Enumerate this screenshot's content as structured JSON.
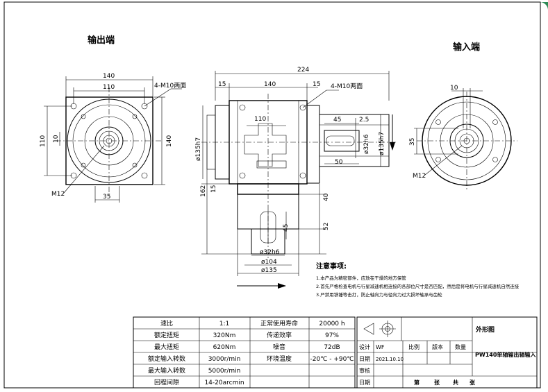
{
  "titles": {
    "output_end": "输出端",
    "input_end": "输入端"
  },
  "dims": {
    "out_140_top": "140",
    "out_110_top": "110",
    "out_4m10": "4-M10两面",
    "out_110_left": "110",
    "out_10_left": "10",
    "out_140_right": "140",
    "out_m12": "M12",
    "out_35_bottom": "35",
    "side_224": "224",
    "side_15_left": "15",
    "side_140": "140",
    "side_15_right": "15",
    "side_4m10": "4-M10两面",
    "side_110": "110",
    "side_45": "45",
    "side_2_5": "2.5",
    "side_d135h7_left": "ø135h7",
    "side_d32h6": "ø32h6",
    "side_d135h7_right": "ø135h7",
    "side_50": "50",
    "side_162": "162",
    "side_15_mid": "15",
    "side_40": "40",
    "side_45_key": "45",
    "side_52": "52",
    "side_d32h6_bottom": "ø32h6",
    "side_d104": "ø104",
    "side_d135": "ø135",
    "in_10": "10",
    "in_35": "35",
    "in_m12": "M12"
  },
  "notes": {
    "heading": "注意事项:",
    "items": [
      "1.本产品为精密部件，应放在干燥的地方保管",
      "2.首先严格检查电机与行星减速机相连接的各部位尺寸是否匹配，然后是将电机与行星减速机自然连接",
      "3.严禁用铁锤等击打，防止轴向力与径向力过大损坏轴承与齿轮"
    ]
  },
  "spec_table": {
    "rows": [
      [
        "速比",
        "1:1",
        "正常使用寿命",
        "20000 h"
      ],
      [
        "额定扭矩",
        "320Nm",
        "传递效率",
        "97%"
      ],
      [
        "最大扭矩",
        "620Nm",
        "噪音",
        "72dB"
      ],
      [
        "额定输入转数",
        "3000r/min",
        "环境温度",
        "-20℃ - +90℃"
      ],
      [
        "最大输入转数",
        "5000r/min",
        "",
        ""
      ],
      [
        "回程间隙",
        "14-20arcmin",
        "",
        ""
      ]
    ]
  },
  "title_block": {
    "drawing_type": "外形图",
    "design_label": "设计",
    "designer": "WF",
    "scale_label": "比例",
    "version_label": "版本",
    "qty_label": "数量",
    "date_label": "日期",
    "date": "2021.10.10",
    "product_name": "PW140单轴输出轴输入",
    "review_label": "审核",
    "date2_label": "日期",
    "sheet_1": "第",
    "sheet_2": "张",
    "sheet_3": "共",
    "sheet_4": "张"
  }
}
